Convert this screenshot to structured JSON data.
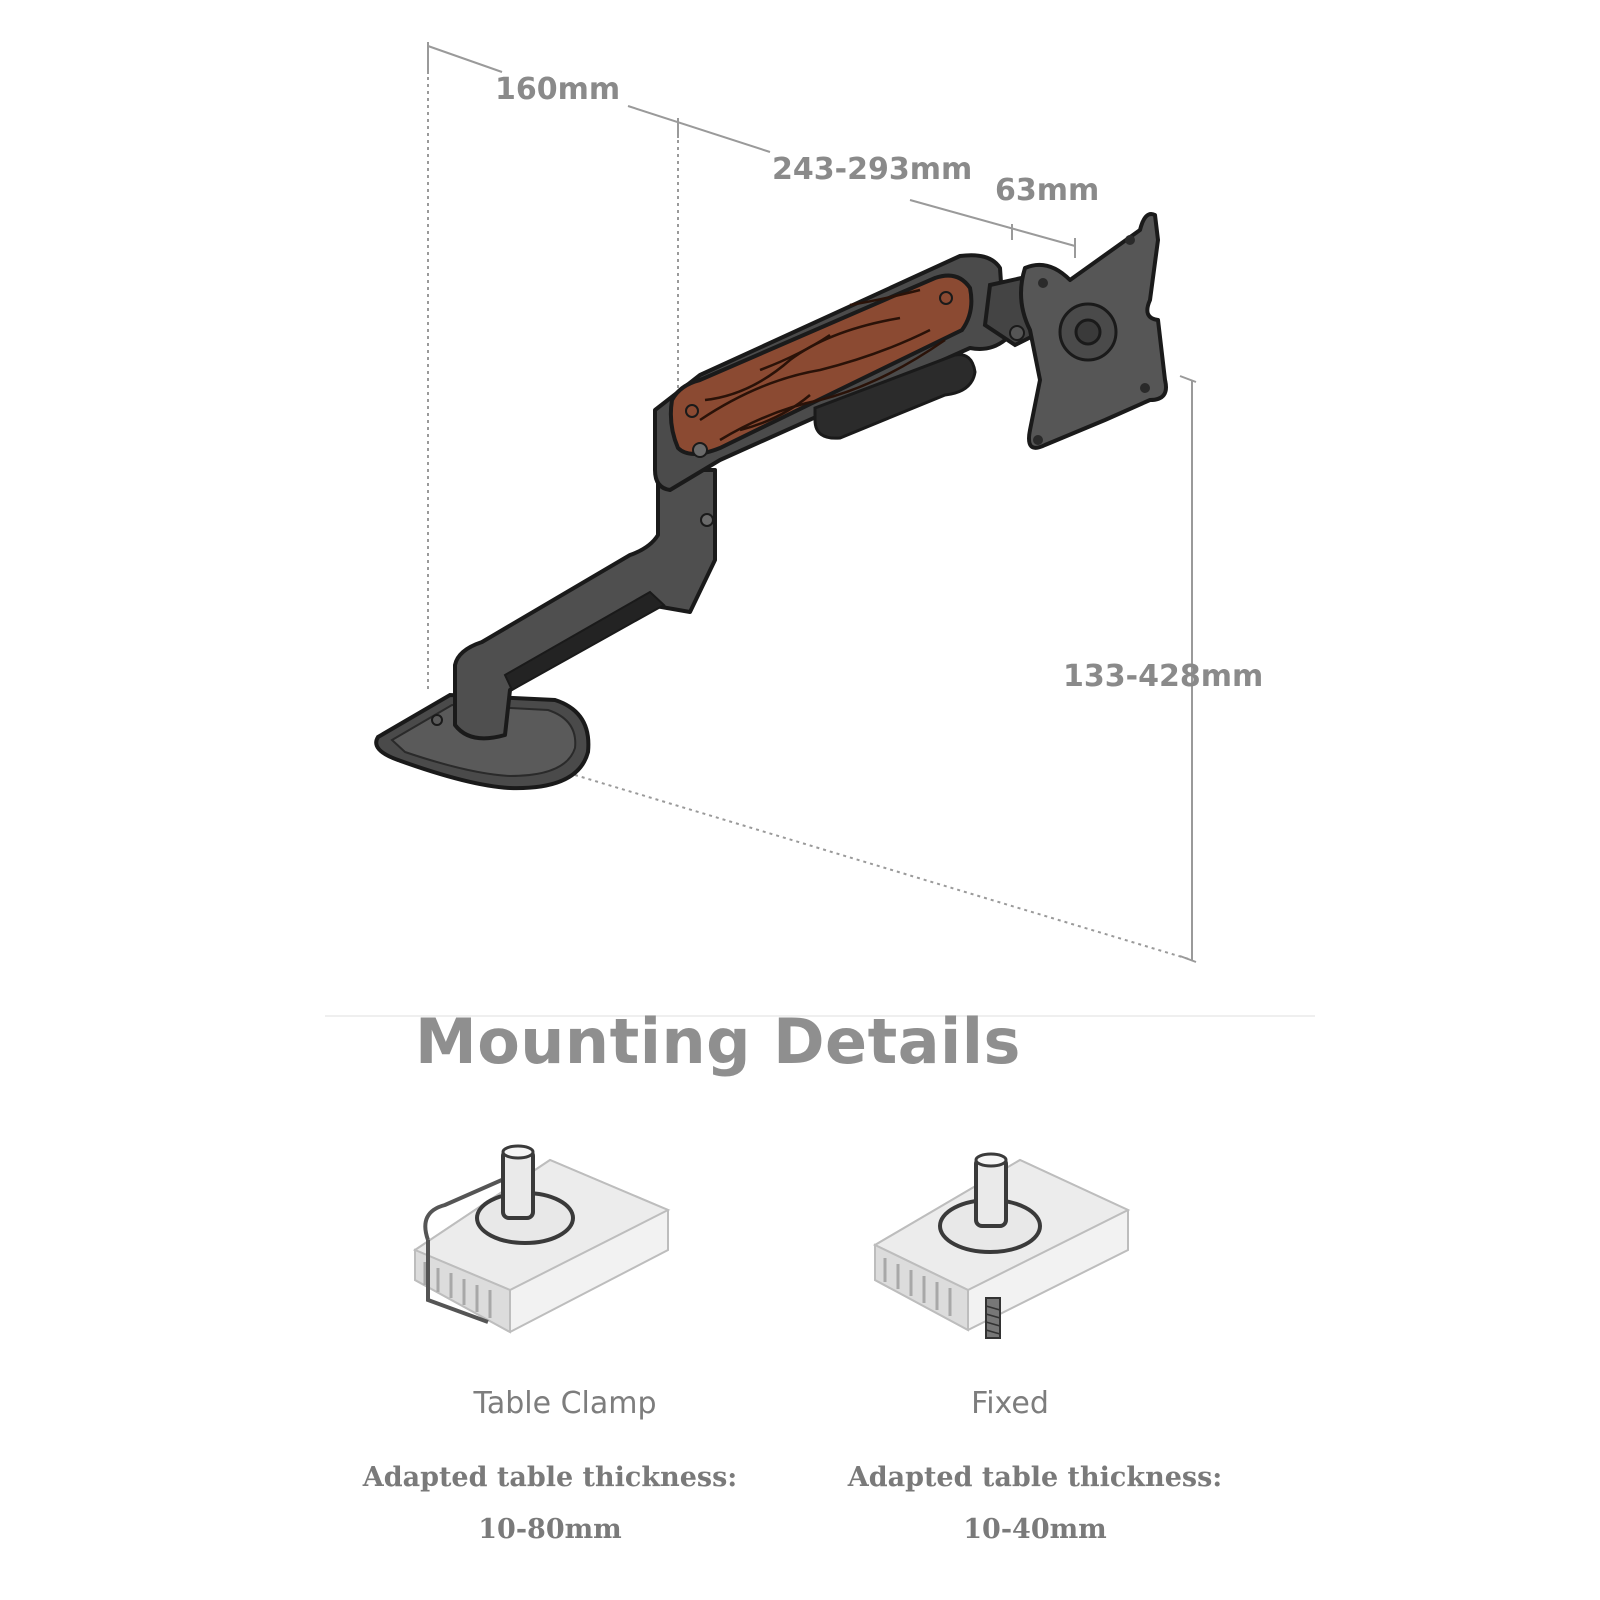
{
  "dimensions": {
    "base_to_joint": "160mm",
    "arm_length": "243-293mm",
    "head_offset": "63mm",
    "height_range": "133-428mm"
  },
  "section_title": "Mounting Details",
  "mount_options": [
    {
      "name": "Table Clamp",
      "thickness_label": "Adapted table thickness:",
      "thickness_value": "10-80mm"
    },
    {
      "name": "Fixed",
      "thickness_label": "Adapted table thickness:",
      "thickness_value": "10-40mm"
    }
  ],
  "colors": {
    "arm_body": "#4a4a4a",
    "wood_panel": "#8b4a32",
    "dimension_text": "#8a8a8a",
    "line": "#9a9a9a"
  }
}
